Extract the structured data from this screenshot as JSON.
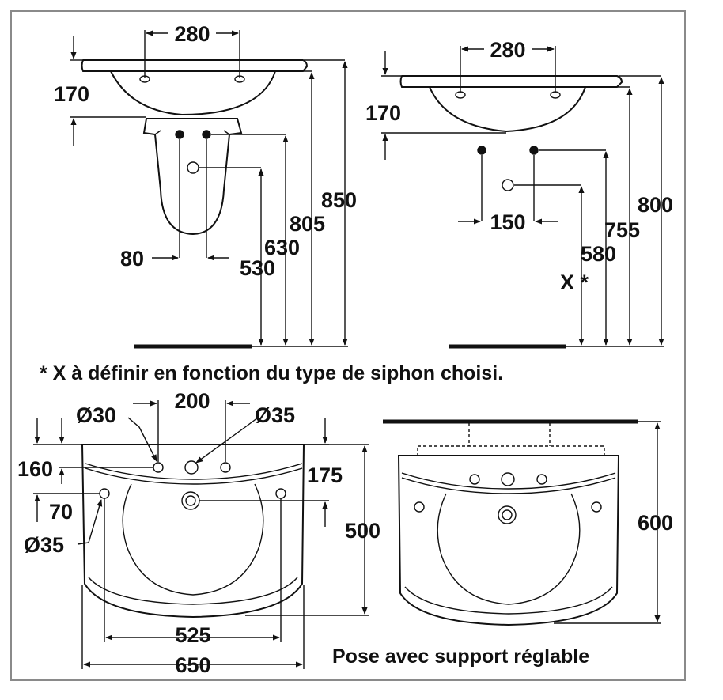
{
  "colors": {
    "ink": "#111111",
    "frame": "#8a8a8a",
    "paper": "#ffffff"
  },
  "side_view_pedestal": {
    "dims": {
      "hole_spacing": "280",
      "depth": "170",
      "drain_spacing": "80",
      "h_trap": "530",
      "h_supply": "630",
      "h_rim_low": "805",
      "h_total": "850"
    }
  },
  "side_view_wall": {
    "dims": {
      "hole_spacing": "280",
      "depth": "170",
      "drain_spacing": "150",
      "h_trap": "X *",
      "h_supply": "580",
      "h_rim_low": "755",
      "h_total": "800"
    }
  },
  "note": "* X à définir en fonction du type de siphon choisi.",
  "top_view": {
    "dims": {
      "tap_spacing": "200",
      "hole_small": "Ø30",
      "hole_tap": "Ø35",
      "side_hole": "Ø35",
      "d160": "160",
      "d70": "70",
      "d175": "175",
      "depth": "500",
      "width_inner": "525",
      "width_total": "650"
    }
  },
  "top_view_support": {
    "dims": {
      "depth": "600"
    },
    "caption": "Pose avec support réglable"
  }
}
